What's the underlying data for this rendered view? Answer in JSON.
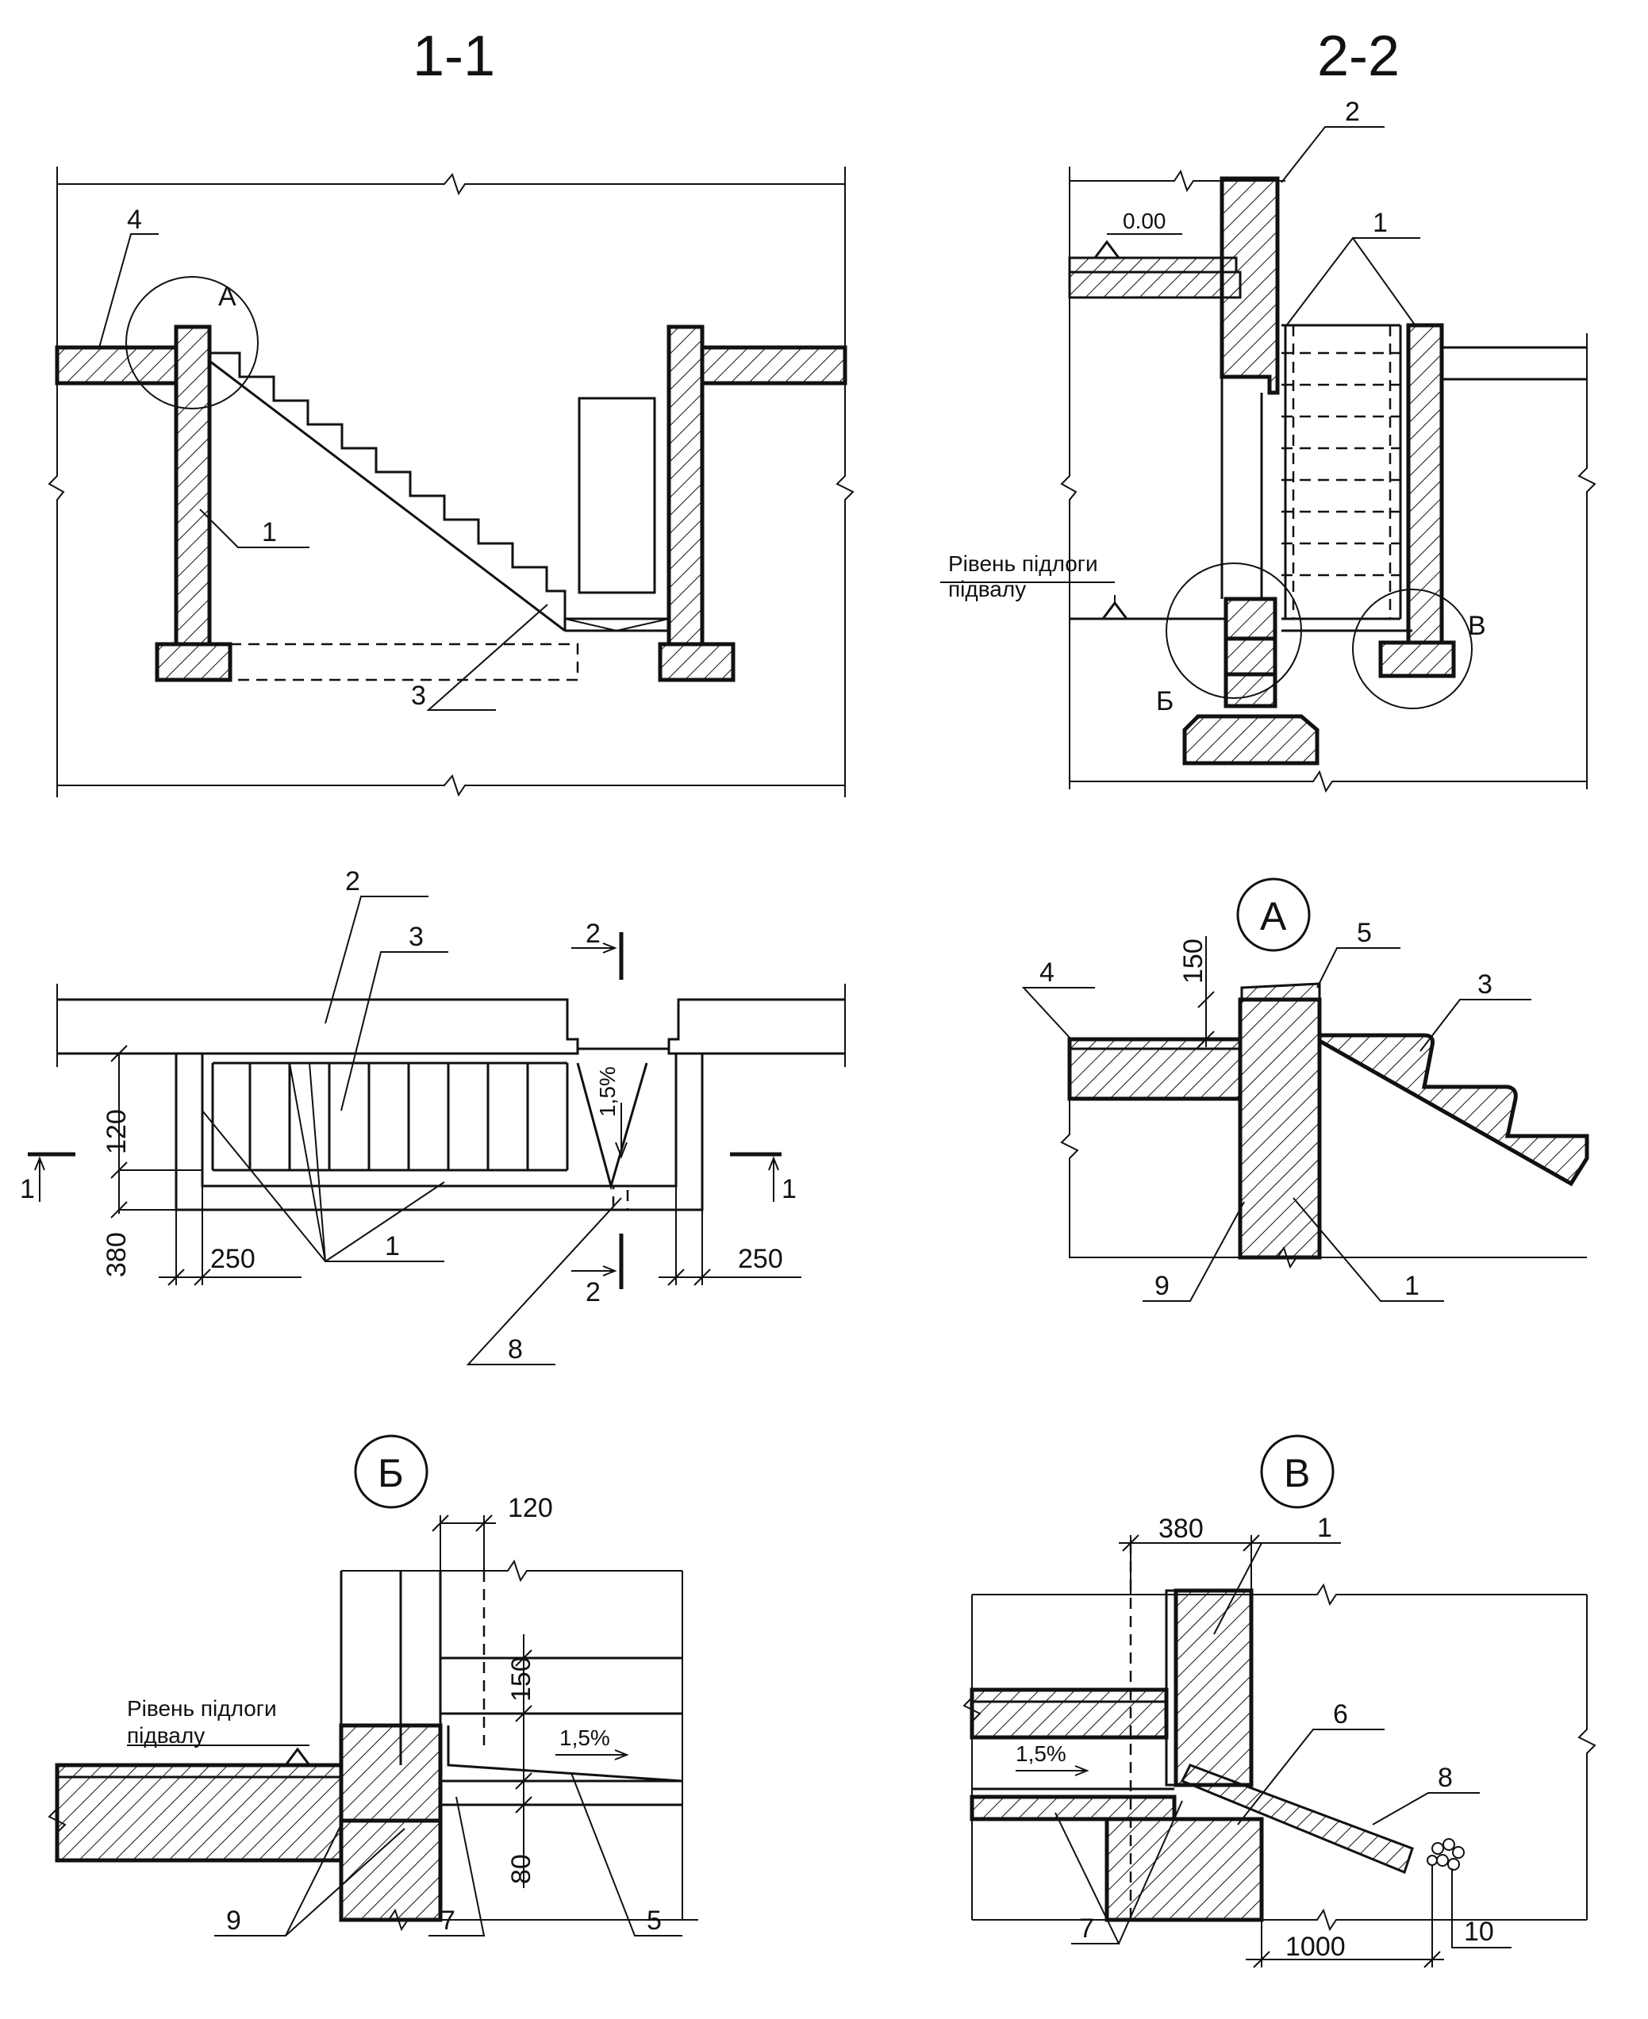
{
  "sections": {
    "s1": "1-1",
    "s2": "2-2"
  },
  "details": {
    "a": "А",
    "b": "Б",
    "v": "В"
  },
  "callouts": {
    "n1": "1",
    "n2": "2",
    "n3": "3",
    "n4": "4",
    "n5": "5",
    "n6": "6",
    "n7": "7",
    "n8": "8",
    "n9": "9",
    "n10": "10"
  },
  "level_zero": "0.00",
  "basement_floor_line1": "Рівень підлоги",
  "basement_floor_line2": "підвалу",
  "slope": "1,5%",
  "dimensions": {
    "d120": "120",
    "d380": "380",
    "d250": "250",
    "d150": "150",
    "d80": "80",
    "d1000": "1000"
  }
}
